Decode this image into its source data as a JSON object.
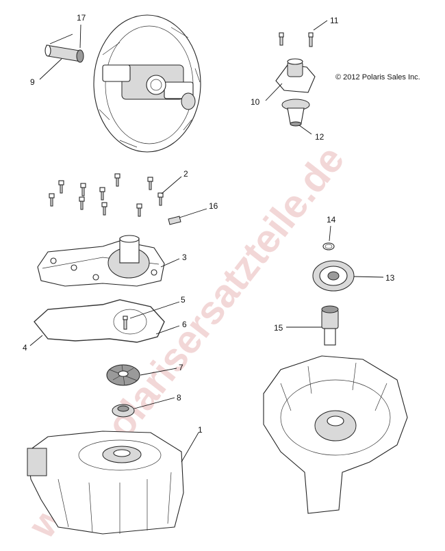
{
  "copyright": "© 2012 Polaris Sales Inc.",
  "watermark": "www.polarisersatzteile.de",
  "callouts": [
    "1",
    "2",
    "3",
    "4",
    "5",
    "6",
    "7",
    "8",
    "9",
    "10",
    "11",
    "12",
    "13",
    "14",
    "15",
    "16",
    "17"
  ],
  "colors": {
    "line": "#222222",
    "watermark": "#e9b8b8"
  }
}
